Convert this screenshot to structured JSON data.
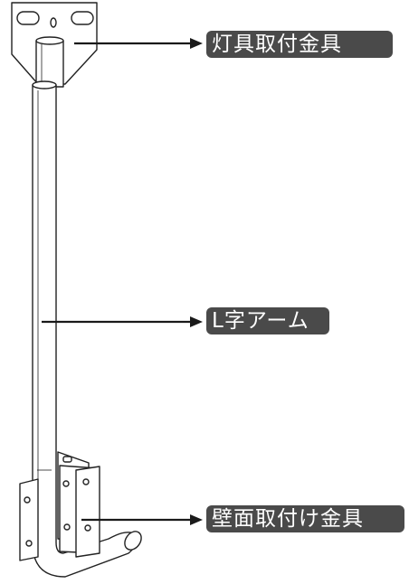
{
  "labels": {
    "light_fixture_mount": "灯具取付金具",
    "l_arm": "L字アーム",
    "wall_mount": "壁面取付け金具"
  },
  "colors": {
    "label_background": "#4a4a4a",
    "label_text": "#ffffff",
    "line": "#1a1a1a",
    "part_stroke": "#222222",
    "part_fill": "#ffffff"
  }
}
